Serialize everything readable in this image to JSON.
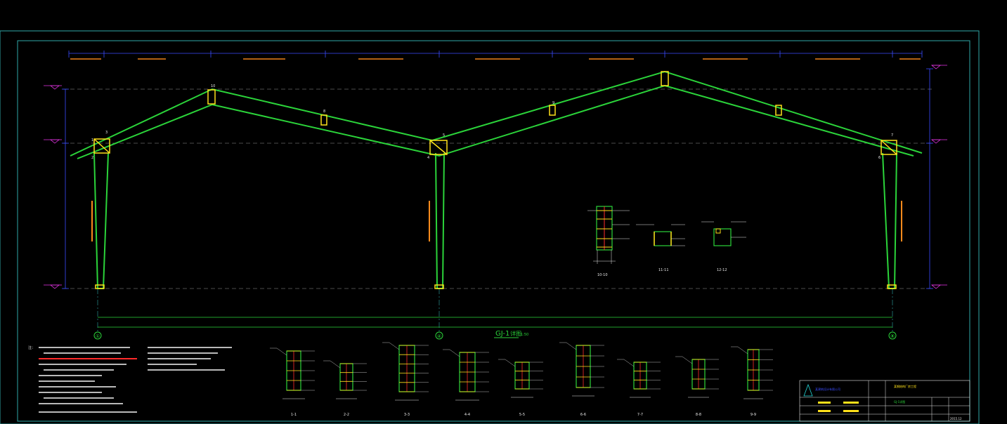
{
  "colors": {
    "background": "#000000",
    "frame": "#2fa7a7",
    "frame_member": "#2bd43a",
    "dimension": "#3a4cff",
    "orange_text": "#ff8a1c",
    "magenta": "#e433e4",
    "yellow": "#ffe11a",
    "red": "#ff2a2a",
    "white": "#e8e8e8",
    "cyan": "#23d6d6"
  },
  "drawing": {
    "title": "GJ-1",
    "title_suffix": "详图",
    "scale": "1:50",
    "axis_labels": [
      "①",
      "④",
      "⑧"
    ],
    "node_labels": [
      "1",
      "2",
      "3",
      "4",
      "5",
      "6",
      "7",
      "8",
      "9",
      "10"
    ],
    "section_labels": [
      "1-1",
      "2-2",
      "3-3",
      "4-4",
      "5-5",
      "6-6",
      "7-7",
      "8-8",
      "9-9"
    ],
    "detail_labels": [
      "10-10",
      "11-11",
      "12-12"
    ]
  },
  "notes": {
    "header": "注："
  },
  "title_block": {
    "company": "某建筑设计有限公司",
    "project": "某钢结构厂房工程",
    "drawing_name": "GJ-1详图",
    "date": "2015.12"
  }
}
